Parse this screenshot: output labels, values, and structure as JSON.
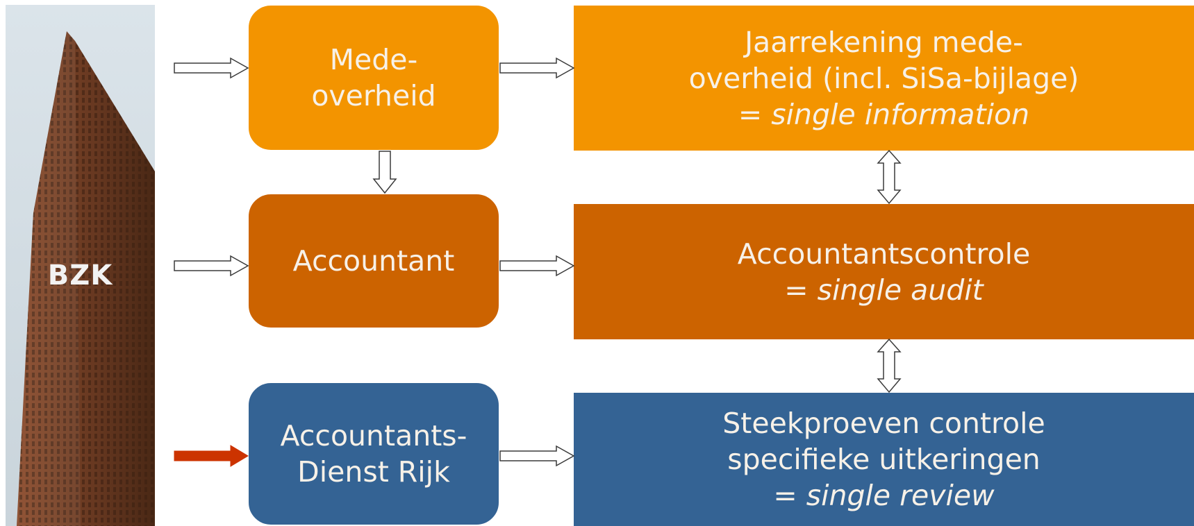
{
  "left_panel": {
    "label": "BZK"
  },
  "nodes": {
    "mede_overheid": [
      "Mede-",
      "overheid"
    ],
    "accountant": [
      "Accountant"
    ],
    "accountants_dienst_rijk": [
      "Accountants-",
      "Dienst Rijk"
    ]
  },
  "outputs": {
    "jaarrekening": {
      "lines": [
        "Jaarrekening mede-",
        "overheid (incl. SiSa-bijlage)"
      ],
      "italic": "= single information"
    },
    "accountantscontrole": {
      "lines": [
        "Accountantscontrole"
      ],
      "italic": "= single audit"
    },
    "steekproeven": {
      "lines": [
        "Steekproeven controle",
        "specifieke uitkeringen"
      ],
      "italic": "= single review"
    }
  },
  "colors": {
    "orange": "#f39400",
    "dark_orange": "#cc6300",
    "blue": "#346394",
    "highlight_arrow": "#cc3300",
    "text": "#f7f1e8"
  }
}
